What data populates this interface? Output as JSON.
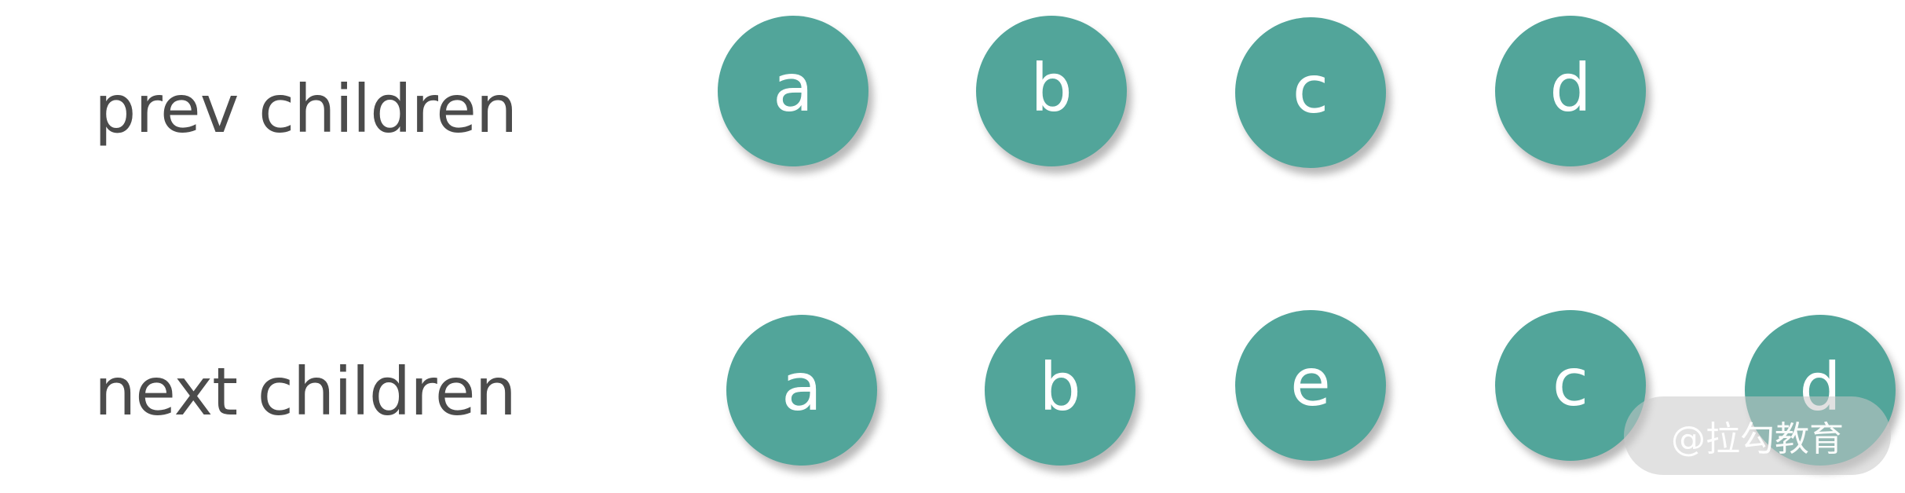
{
  "rows": [
    {
      "label": "prev children",
      "nodes": [
        "a",
        "b",
        "c",
        "d"
      ]
    },
    {
      "label": "next children",
      "nodes": [
        "a",
        "b",
        "e",
        "c",
        "d"
      ]
    }
  ],
  "node_color": "#52a59a",
  "node_text_color": "#ffffff",
  "label_color": "#4b4b4b",
  "watermark": "@拉勾教育"
}
